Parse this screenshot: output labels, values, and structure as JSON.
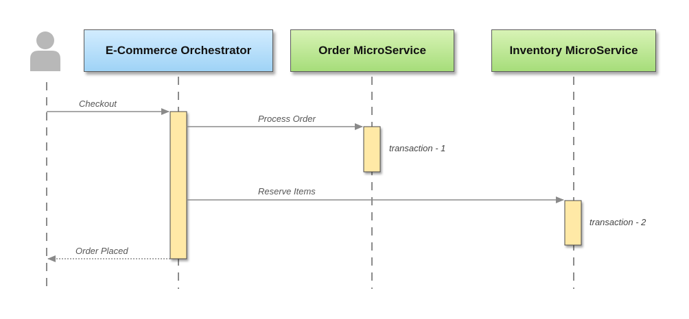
{
  "diagram": {
    "participants": {
      "orchestrator": "E-Commerce Orchestrator",
      "order": "Order MicroService",
      "inventory": "Inventory MicroService"
    },
    "messages": {
      "checkout": "Checkout",
      "process_order": "Process Order",
      "reserve_items": "Reserve Items",
      "order_placed": "Order Placed"
    },
    "notes": {
      "transaction_1": "transaction - 1",
      "transaction_2": "transaction - 2"
    },
    "colors": {
      "orchestrator_box": "#9fd3f6",
      "service_box": "#a6dd7a",
      "activation": "#ffe9a6",
      "arrow": "#8a8a8a",
      "actor": "#b8b8b8"
    },
    "icons": {
      "actor": "user-icon"
    }
  }
}
